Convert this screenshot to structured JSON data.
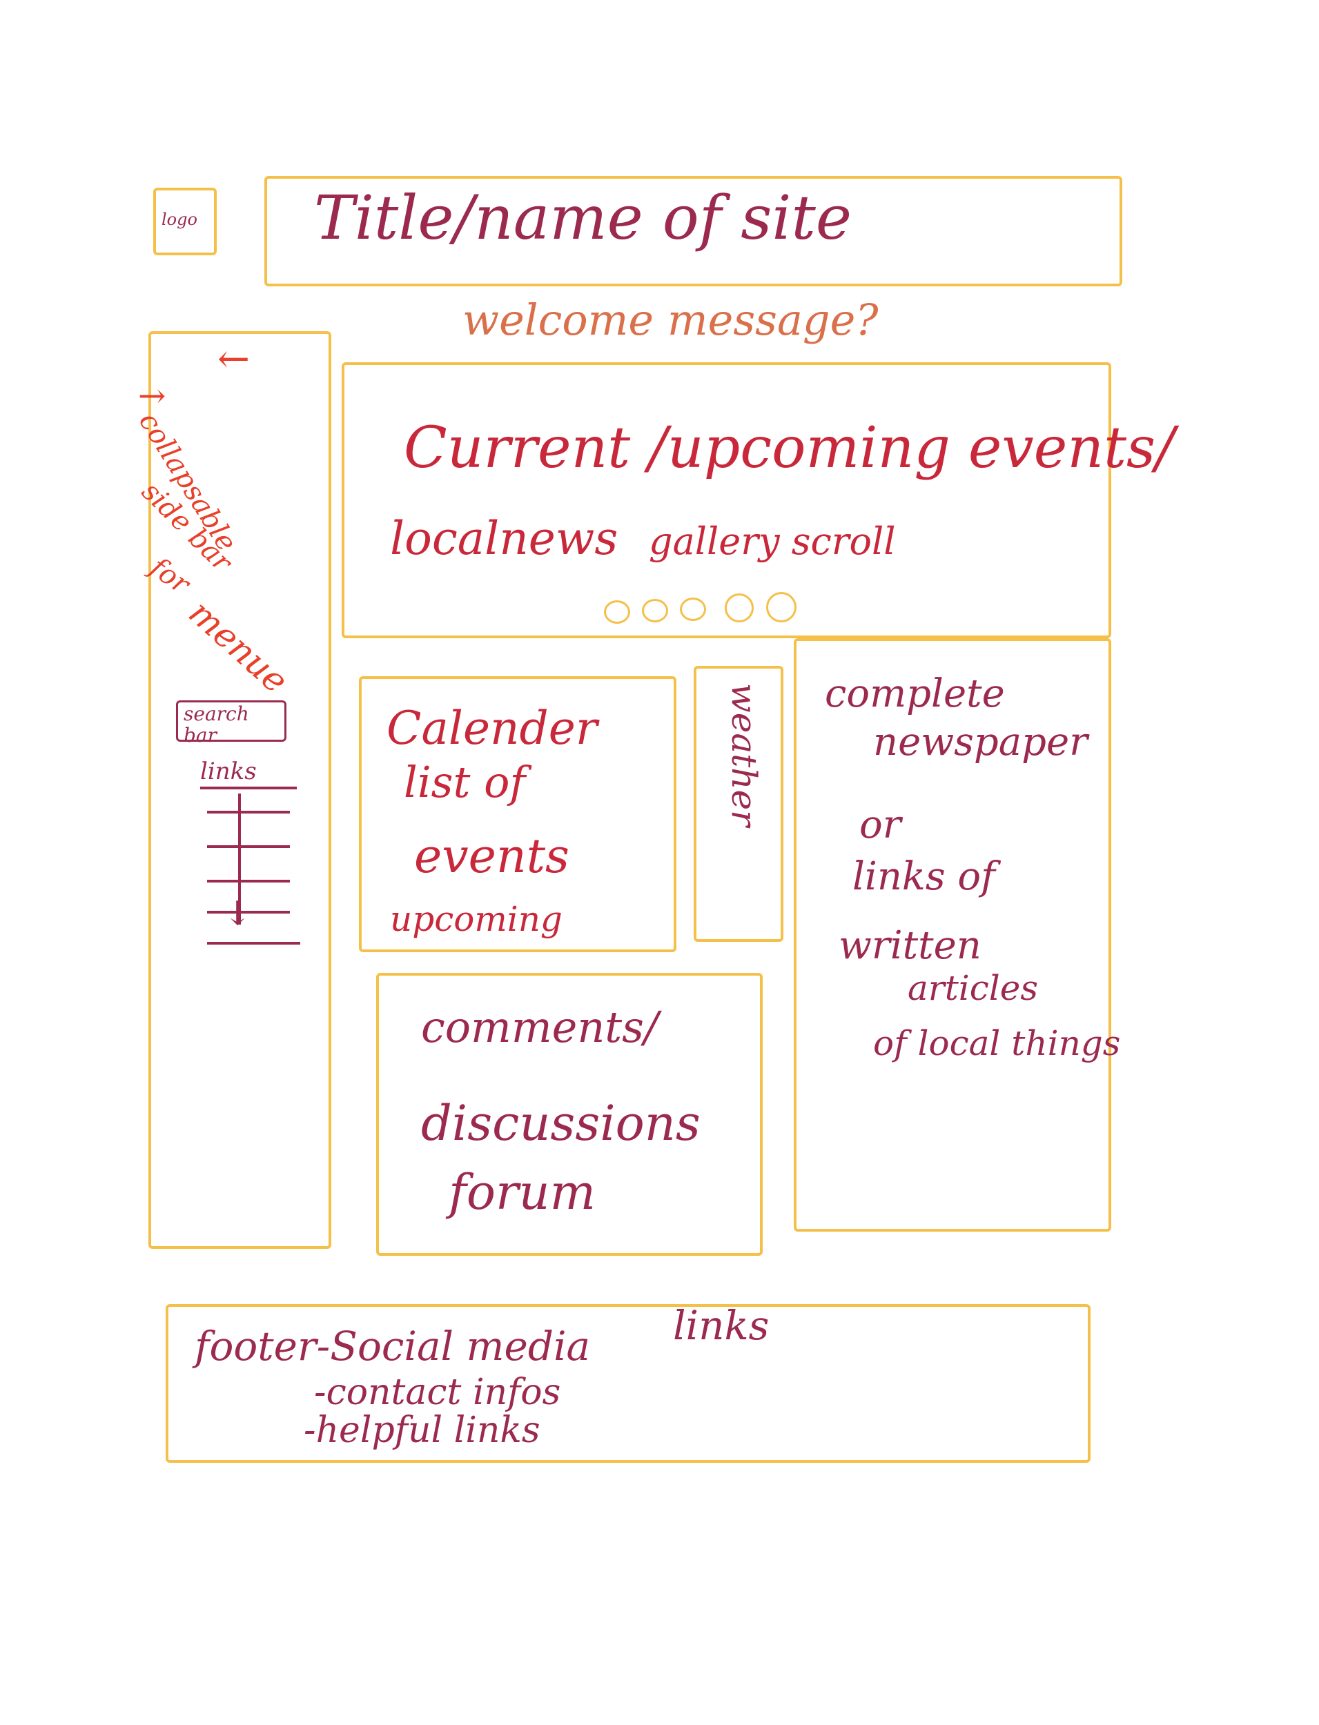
{
  "header": {
    "logo": "logo",
    "title": "Title/name of site"
  },
  "welcome": "welcome message?",
  "sidebar": {
    "arrow_collapse": "←",
    "arrow_expand": "→",
    "label_lines": [
      "collapsable",
      "side bar",
      "for",
      "menue"
    ],
    "search_bar": "search bar",
    "links_label": "links"
  },
  "gallery": {
    "line1": "Current /upcoming events/",
    "line2_a": "localnews",
    "line2_b": "gallery scroll"
  },
  "calendar": {
    "lines": [
      "Calender",
      "list of",
      "events",
      "upcoming"
    ]
  },
  "weather": {
    "label": "weather"
  },
  "newspaper": {
    "lines": [
      "complete",
      "newspaper",
      "or",
      "links of",
      "written",
      "articles",
      "of local things"
    ]
  },
  "forum": {
    "lines": [
      "comments/",
      "discussions",
      "forum"
    ]
  },
  "footer": {
    "line1_a": "footer-Social media",
    "line1_b": "links",
    "line2": "-contact infos",
    "line3": "-helpful links"
  },
  "colors": {
    "box_stroke": "#F5C04A",
    "text_wine": "#9B2A4E",
    "text_red": "#C8283A",
    "text_orange": "#D9704A",
    "text_brightred": "#E8402A"
  }
}
